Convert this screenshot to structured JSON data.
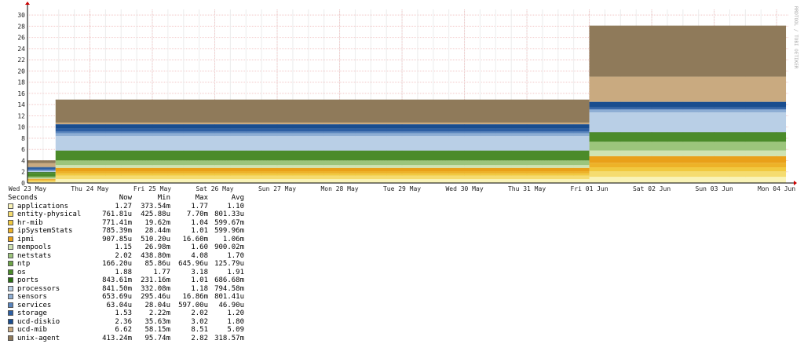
{
  "chart_data": {
    "type": "area",
    "stacked": true,
    "ylim": [
      0,
      31
    ],
    "yticks": [
      0,
      2,
      4,
      6,
      8,
      10,
      12,
      14,
      16,
      18,
      20,
      22,
      24,
      26,
      28,
      30
    ],
    "ytick_labels": [
      "0",
      "2",
      "4",
      "6",
      "8",
      "10",
      "12",
      "14",
      "16",
      "18",
      "20",
      "22",
      "24",
      "26",
      "28",
      "30"
    ],
    "x_range_days": [
      0,
      12.2
    ],
    "xticks": [
      0,
      1,
      2,
      3,
      4,
      5,
      6,
      7,
      8,
      9,
      10,
      11,
      12
    ],
    "xtick_labels": [
      "Wed 23 May",
      "Thu 24 May",
      "Fri 25 May",
      "Sat 26 May",
      "Sun 27 May",
      "Mon 28 May",
      "Tue 29 May",
      "Wed 30 May",
      "Thu 31 May",
      "Fri 01 Jun",
      "Sat 02 Jun",
      "Sun 03 Jun",
      "Mon 04 Jun"
    ],
    "watermark": "RRDTOOL / TOBI OETIKER",
    "grid": true,
    "periods": [
      {
        "x": [
          0.0,
          0.45
        ],
        "values": [
          0.15,
          0.15,
          0.15,
          0.15,
          0.15,
          0.15,
          0.15,
          0.15,
          0.6,
          0.15,
          0.15,
          0.15,
          0.15,
          0.3,
          0.15,
          0.7,
          0.4
        ]
      },
      {
        "x": [
          0.45,
          9.0
        ],
        "values": [
          0.7,
          0.6,
          0.4,
          0.4,
          0.6,
          0.5,
          0.8,
          0.05,
          1.7,
          0.05,
          2.6,
          0.5,
          0.3,
          0.5,
          0.8,
          0.3,
          4.0
        ]
      },
      {
        "x": [
          9.0,
          12.15
        ],
        "values": [
          1.1,
          1.0,
          0.7,
          0.8,
          1.2,
          1.0,
          1.5,
          0.1,
          1.6,
          0.1,
          3.5,
          0.5,
          0.1,
          0.3,
          1.0,
          4.5,
          9.0
        ]
      }
    ],
    "legend": {
      "headers": [
        "Seconds",
        "Now",
        "Min",
        "Max",
        "Avg"
      ],
      "rows": [
        {
          "name": "applications",
          "color": "#f9f3b7",
          "now": "1.27",
          "min": "373.54m",
          "max": "1.77",
          "avg": "1.10"
        },
        {
          "name": "entity-physical",
          "color": "#f5dc70",
          "now": "761.81u",
          "min": "425.88u",
          "max": "7.70m",
          "avg": "801.33u"
        },
        {
          "name": "hr-mib",
          "color": "#f1c93f",
          "now": "771.41m",
          "min": "19.62m",
          "max": "1.04",
          "avg": "599.67m"
        },
        {
          "name": "ipSystemStats",
          "color": "#edb228",
          "now": "785.39m",
          "min": "28.44m",
          "max": "1.01",
          "avg": "599.96m"
        },
        {
          "name": "ipmi",
          "color": "#e9a019",
          "now": "907.85u",
          "min": "510.20u",
          "max": "16.60m",
          "avg": "1.06m"
        },
        {
          "name": "mempools",
          "color": "#cfe3b1",
          "now": "1.15",
          "min": "26.98m",
          "max": "1.60",
          "avg": "900.02m"
        },
        {
          "name": "netstats",
          "color": "#9cc57c",
          "now": "2.02",
          "min": "438.80m",
          "max": "4.08",
          "avg": "1.70"
        },
        {
          "name": "ntp",
          "color": "#6ea548",
          "now": "166.20u",
          "min": "85.86u",
          "max": "645.96u",
          "avg": "125.79u"
        },
        {
          "name": "os",
          "color": "#4b8b2a",
          "now": "1.88",
          "min": "1.77",
          "max": "3.18",
          "avg": "1.91"
        },
        {
          "name": "ports",
          "color": "#2a6e14",
          "now": "843.61m",
          "min": "231.16m",
          "max": "1.01",
          "avg": "686.68m"
        },
        {
          "name": "processors",
          "color": "#b9cfe6",
          "now": "841.50m",
          "min": "332.08m",
          "max": "1.18",
          "avg": "794.58m"
        },
        {
          "name": "sensors",
          "color": "#8eaed4",
          "now": "653.69u",
          "min": "295.46u",
          "max": "16.86m",
          "avg": "801.41u"
        },
        {
          "name": "services",
          "color": "#5884bd",
          "now": "63.04u",
          "min": "28.04u",
          "max": "597.00u",
          "avg": "46.90u"
        },
        {
          "name": "storage",
          "color": "#2d5fa3",
          "now": "1.53",
          "min": "2.22m",
          "max": "2.02",
          "avg": "1.20"
        },
        {
          "name": "ucd-diskio",
          "color": "#194d8f",
          "now": "2.36",
          "min": "35.63m",
          "max": "3.02",
          "avg": "1.80"
        },
        {
          "name": "ucd-mib",
          "color": "#c9aa80",
          "now": "6.62",
          "min": "58.15m",
          "max": "8.51",
          "avg": "5.09"
        },
        {
          "name": "unix-agent",
          "color": "#8f7a5a",
          "now": "413.24m",
          "min": "95.74m",
          "max": "2.82",
          "avg": "318.57m"
        }
      ]
    }
  }
}
